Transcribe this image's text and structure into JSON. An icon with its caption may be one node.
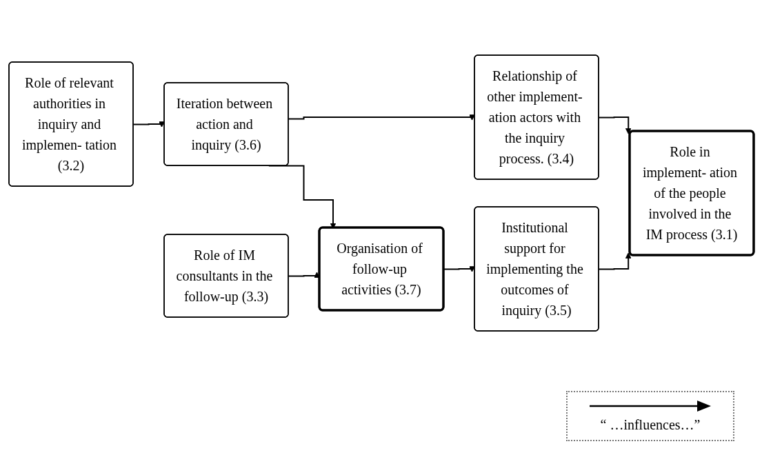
{
  "diagram": {
    "nodes": [
      {
        "text": [
          "Role of relevant authorities in inquiry and implemen- tation (3.2)"
        ]
      },
      {
        "text": [
          "Role of IM consultants in the follow-up (3.3)"
        ]
      },
      {
        "text": [
          "Iteration between action and inquiry (3.6)"
        ]
      },
      {
        "text": [
          "Relationship of other implement- ation actors with the inquiry process. (3.4)"
        ]
      },
      {
        "text": [
          "Organisation of follow-up activities (3.7)"
        ]
      },
      {
        "text": [
          "Institutional support for implementing the outcomes of inquiry (3.5)"
        ]
      },
      {
        "text": [
          "Role in implement- ation of the people involved in the IM process (3.1)"
        ]
      }
    ],
    "edges": [
      {
        "from": 0,
        "to": 2,
        "arrow": "to"
      },
      {
        "from": 2,
        "to": 3,
        "arrow": "to"
      },
      {
        "from": 2,
        "to": 4,
        "arrow": "to"
      },
      {
        "from": 1,
        "to": 4,
        "arrow": "to"
      },
      {
        "from": 4,
        "to": 5,
        "arrow": "to"
      },
      {
        "from": 3,
        "to": 6,
        "arrow": "to"
      },
      {
        "from": 5,
        "to": 6,
        "arrow": "to"
      }
    ],
    "legend": [
      {
        "text": "“ …influences…”"
      }
    ]
  }
}
